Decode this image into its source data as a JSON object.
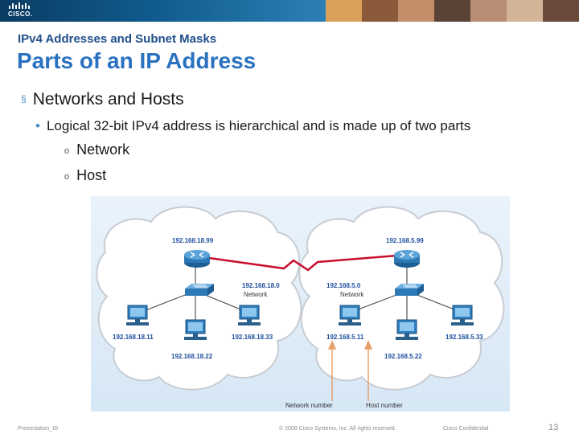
{
  "slide": {
    "subtitle": "IPv4 Addresses and Subnet Masks",
    "title": "Parts of an IP Address",
    "bullet_level1": "Networks and Hosts",
    "bullet_level2": "Logical 32-bit IPv4 address is hierarchical and is made up of two parts",
    "sub_items": [
      "Network",
      "Host"
    ]
  },
  "banner": {
    "logo_text": "CISCO.",
    "primary_color": "#0f5a8c"
  },
  "diagram": {
    "left_router_ip": "192.168.18.99",
    "right_router_ip": "192.168.5.99",
    "left_network_ip": "192.168.18.0",
    "right_network_ip": "192.168.5.0",
    "network_word": "Network",
    "left_hosts": [
      "192.168.18.11",
      "192.168.18.22",
      "192.168.18.33"
    ],
    "right_hosts": [
      "192.168.5.11",
      "192.168.5.22",
      "192.168.5.33"
    ],
    "network_number_label": "Network number",
    "host_number_label": "Host number",
    "ip_color": "#1e4fa0",
    "arrow_color": "#e8a06b",
    "wan_link_color": "#c8102e"
  },
  "footer": {
    "left": "Presentation_ID",
    "center": "© 2008 Cisco Systems, Inc. All rights reserved.",
    "right": "Cisco Confidential",
    "page": "13"
  }
}
